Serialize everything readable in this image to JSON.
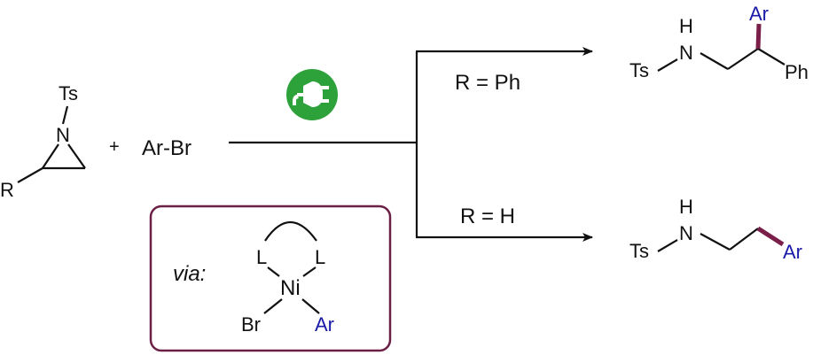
{
  "reactants": {
    "aziridine": {
      "n_label": "N",
      "ts_label": "Ts",
      "r_label": "R"
    },
    "plus": "+",
    "aryl_bromide": "Ar-Br"
  },
  "icon": {
    "name": "electric-plug-icon",
    "color": "#2ea23a"
  },
  "conditions": {
    "upper": "R = Ph",
    "lower": "R = H"
  },
  "product_upper": {
    "ts": "Ts",
    "nh_n": "N",
    "nh_h": "H",
    "ar": "Ar",
    "ph": "Ph"
  },
  "product_lower": {
    "ts": "Ts",
    "nh_n": "N",
    "nh_h": "H",
    "ar": "Ar"
  },
  "intermediate": {
    "via": "via:",
    "ligand_left": "L",
    "ligand_right": "L",
    "metal": "Ni",
    "br": "Br",
    "ar": "Ar"
  },
  "colors": {
    "ar_blue": "#1a1aa8",
    "bond_maroon": "#7a1f4a",
    "box_border": "#6b1f45",
    "plug_green": "#2ea23a"
  }
}
